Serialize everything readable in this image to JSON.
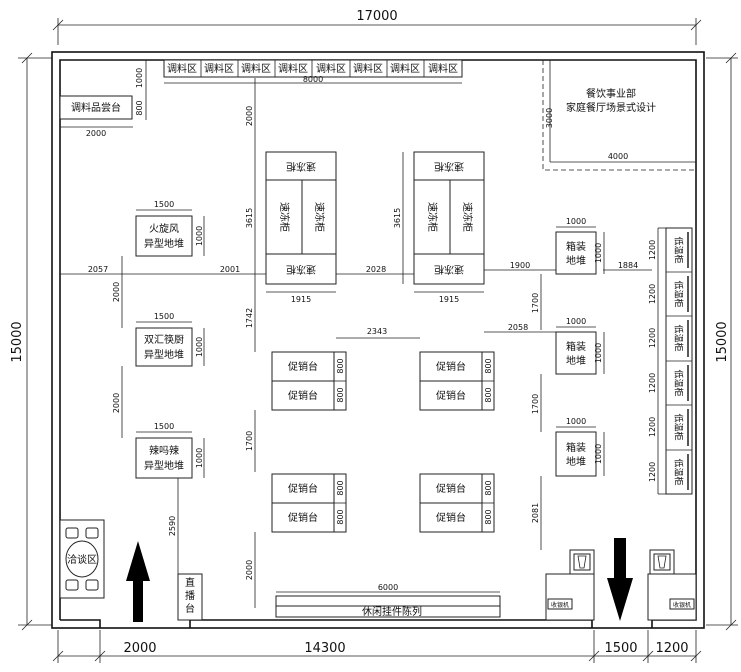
{
  "dims": {
    "top_total": "17000",
    "left_total": "15000",
    "right_total": "15000",
    "bottom": [
      "2000",
      "14300",
      "1500",
      "1200"
    ]
  },
  "seasoning": {
    "cells": [
      "调料区",
      "调料区",
      "调料区",
      "调料区",
      "调料区",
      "调料区",
      "调料区",
      "调料区"
    ],
    "width": "8000",
    "height": "1000"
  },
  "display_counter": {
    "label": "调料品尝台",
    "width": "2000",
    "height": "800"
  },
  "design_title": {
    "line1": "餐饮事业部",
    "line2": "家庭餐厅场景式设计",
    "height": "3000",
    "width": "4000"
  },
  "freezers": {
    "horizontal_label": "速冻柜",
    "vertical_label": "速冻柜",
    "depth": "3615",
    "width": "1915",
    "gap_top": "2000",
    "gap_between": "2028",
    "gap_right": "1900",
    "gap_left": "2001"
  },
  "piles": [
    {
      "line1": "火旋风",
      "line2": "异型地堆",
      "w": "1500",
      "h": "1000"
    },
    {
      "line1": "双汇筷厨",
      "line2": "异型地堆",
      "w": "1500",
      "h": "1000"
    },
    {
      "line1": "辣吗辣",
      "line2": "异型地堆",
      "w": "1500",
      "h": "1000"
    }
  ],
  "left_dims": [
    "2057",
    "2000",
    "2000"
  ],
  "crate": {
    "line1": "箱装",
    "line2": "地堆",
    "w": "1000",
    "h": "1000"
  },
  "right_dims": [
    "1884",
    "1700",
    "1700",
    "2081",
    "2058"
  ],
  "low_temp": {
    "label": "低温柜",
    "size": "1200"
  },
  "promo": {
    "label": "促销台",
    "depth": "800"
  },
  "promo_dims": [
    "2343",
    "1742",
    "1700",
    "2000"
  ],
  "negotiation": "洽谈区",
  "live": "直播台",
  "live_dim": "2590",
  "casual": {
    "label": "休闲挂件陈列",
    "width": "6000"
  },
  "cashier": "收银机"
}
